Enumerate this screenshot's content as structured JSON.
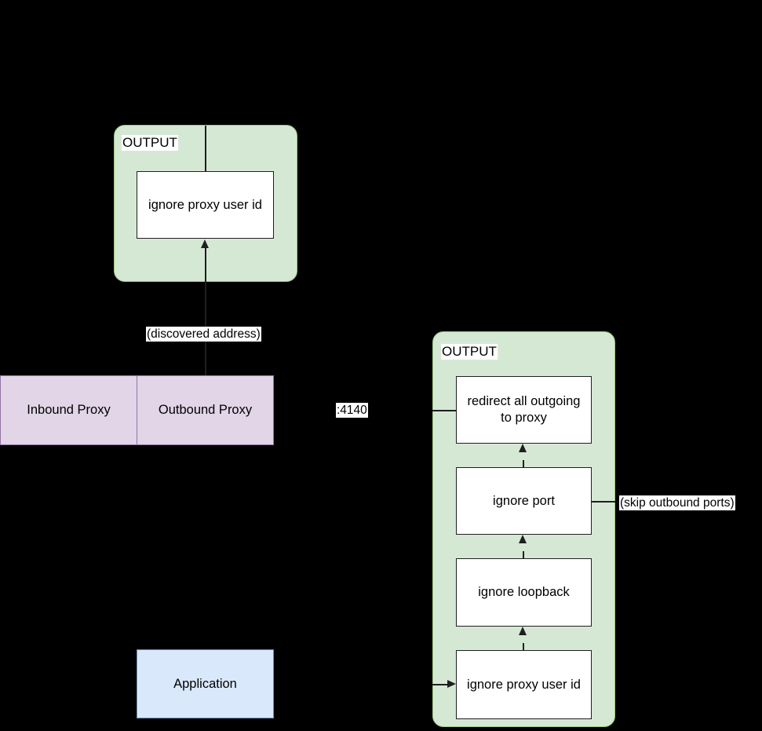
{
  "diagram": {
    "background": "#000000",
    "colors": {
      "group_fill": "#d5e8d4",
      "group_stroke": "#9ac97f",
      "node_fill": "#ffffff",
      "node_stroke": "#1f1f1f",
      "purple_fill": "#e1d5e7",
      "purple_stroke": "#9673a6",
      "blue_fill": "#dae8fc",
      "blue_stroke": "#6c8ebf"
    },
    "inbound_group": {
      "title": "OUTPUT",
      "nodes": [
        {
          "label": "ignore proxy user id"
        }
      ]
    },
    "outbound_group": {
      "title": "OUTPUT",
      "nodes": [
        {
          "label": "redirect all outgoing to proxy"
        },
        {
          "label": "ignore port"
        },
        {
          "label": "ignore loopback"
        },
        {
          "label": "ignore proxy user id"
        }
      ]
    },
    "proxy": {
      "inbound_label": "Inbound Proxy",
      "outbound_label": "Outbound Proxy"
    },
    "application": {
      "label": "Application"
    },
    "edge_labels": {
      "discovered_address": "(discovered address)",
      "proxy_port": ":4140",
      "skip_outbound_ports": "(skip outbound ports)"
    }
  }
}
